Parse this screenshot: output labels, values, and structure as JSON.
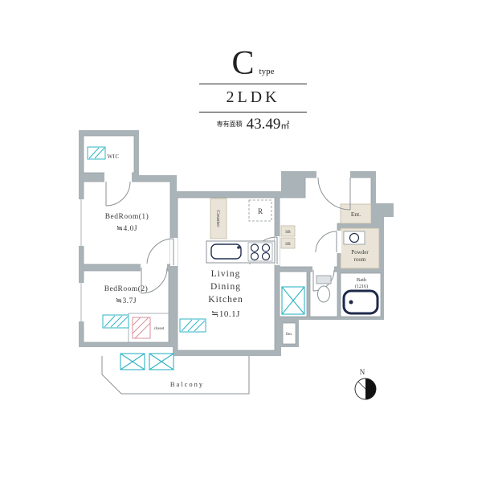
{
  "title": {
    "letter": "C",
    "type_word": "type",
    "layout": "2LDK",
    "area_label": "専有面積",
    "area_value": "43.49",
    "area_unit": "㎡"
  },
  "rooms": {
    "wic": "WIC",
    "bedroom1": {
      "name": "BedRoom(1)",
      "size": "≒4.0J"
    },
    "bedroom2": {
      "name": "BedRoom(2)",
      "size": "≒3.7J"
    },
    "ldk": {
      "line1": "Living",
      "line2": "Dining",
      "line3": "Kitchen",
      "size": "≒10.1J"
    },
    "closet": "closet",
    "counter": "Counter",
    "fridge": "R",
    "sb_top": "SB",
    "sb_bottom": "SB",
    "entrance": "Ent.",
    "powder": {
      "line1": "Powder",
      "line2": "room"
    },
    "bath": {
      "line1": "Bath",
      "line2": "(1216)"
    },
    "storage": "Sto.",
    "balcony": "Balcony"
  },
  "compass": {
    "north": "N"
  },
  "colors": {
    "wall_gray": "#aab3b8",
    "accent_beige": "#e9e4d7",
    "window_cyan": "#2fb4c6",
    "hatch_pink": "#d98f9b",
    "tub_navy": "#1f2a4a"
  }
}
